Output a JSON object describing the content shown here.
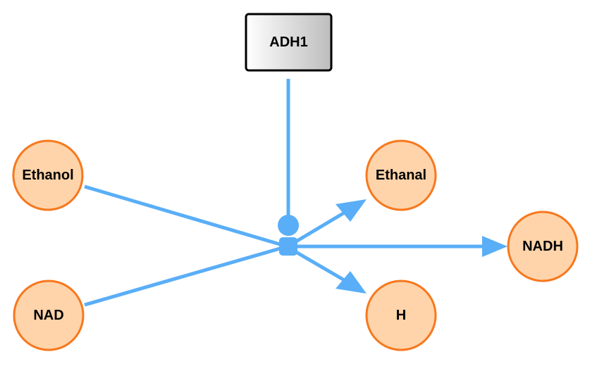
{
  "diagram": {
    "enzyme": {
      "label": "ADH1"
    },
    "reactants": [
      {
        "label": "Ethanol"
      },
      {
        "label": "NAD"
      }
    ],
    "products": [
      {
        "label": "Ethanal"
      },
      {
        "label": "NADH"
      },
      {
        "label": "H"
      }
    ]
  },
  "colors": {
    "edge": "#5aaef7",
    "metabolite_fill": "#ffd4aa",
    "metabolite_stroke": "#f7781e",
    "enzyme_stroke": "#000000",
    "enzyme_gradient_start": "#ffffff",
    "enzyme_gradient_end": "#bdbdbd"
  }
}
